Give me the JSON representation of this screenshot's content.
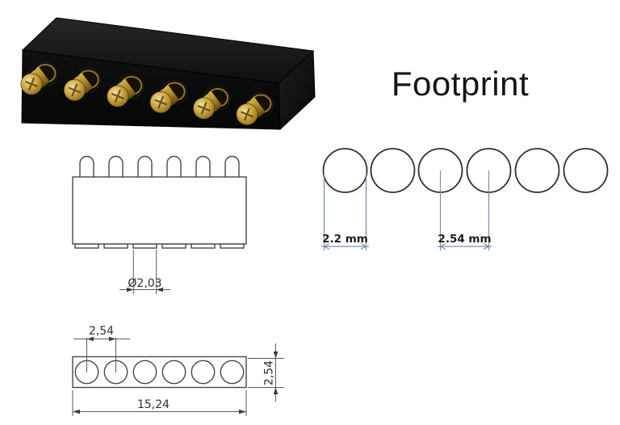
{
  "colors": {
    "dim_blue": "#7690ae",
    "drawing_line": "#474747",
    "body_black": "#0d0d0d",
    "pin_gold": "#c9a53f"
  },
  "footprint_view": {
    "title": "Footprint",
    "pad_count": 6,
    "pad_diameter_label": "2.2 mm",
    "pitch_label": "2.54 mm"
  },
  "front_view": {
    "pin_count": 6,
    "tail_diameter_label": "Ø2,03"
  },
  "bottom_view": {
    "hole_count": 6,
    "pitch_label": "2,54",
    "length_label": "15,24",
    "row_width_label": "2,54"
  }
}
